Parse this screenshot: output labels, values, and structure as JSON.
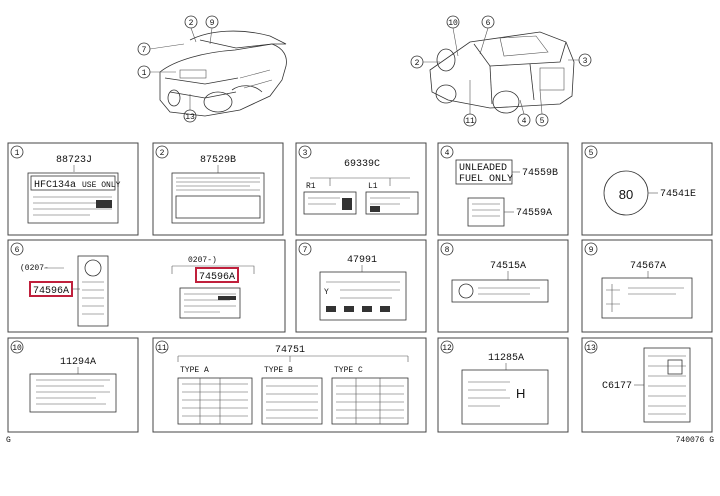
{
  "top_callouts_left": [
    "2",
    "9",
    "7",
    "1",
    "13"
  ],
  "top_callouts_right": [
    "10",
    "6",
    "3",
    "2",
    "11",
    "4",
    "5"
  ],
  "panels": [
    {
      "num": "1",
      "part": "88723J"
    },
    {
      "num": "2",
      "part": "87529B"
    },
    {
      "num": "3",
      "part": "69339C"
    },
    {
      "num": "4",
      "part": "74559B",
      "part2": "74559A",
      "line1": "UNLEADED",
      "line2": "FUEL ONLY"
    },
    {
      "num": "5",
      "part": "74541E",
      "badge": "80"
    },
    {
      "num": "6",
      "part": "74596A",
      "part2": "74596A",
      "date1": "(0207-",
      "date2": "0207-)"
    },
    {
      "num": "7",
      "part": "47991"
    },
    {
      "num": "8",
      "part": "74515A"
    },
    {
      "num": "9",
      "part": "74567A"
    },
    {
      "num": "10",
      "part": "11294A"
    },
    {
      "num": "11",
      "part": "74751",
      "type_a": "TYPE A",
      "type_b": "TYPE B",
      "type_c": "TYPE C"
    },
    {
      "num": "12",
      "part": "11285A"
    },
    {
      "num": "13",
      "part": "C6177"
    }
  ],
  "ac_label_text": "HFC134a",
  "ac_label_text2": "USE ONLY",
  "footer_left": "G",
  "footer_right": "740076 G"
}
